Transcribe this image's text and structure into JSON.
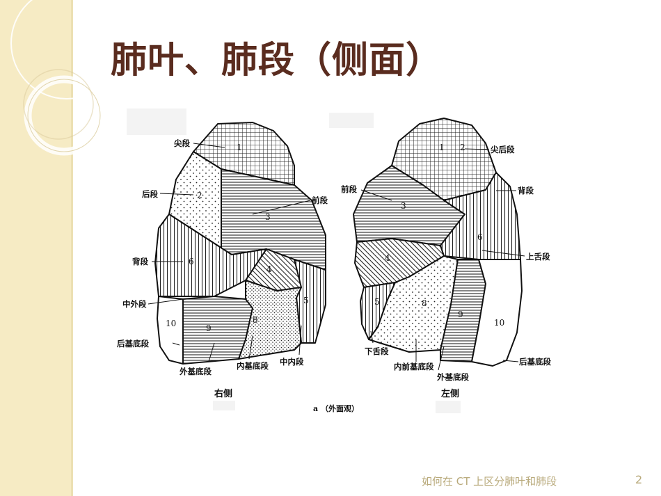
{
  "slide": {
    "title": "肺叶、肺段（侧面）",
    "footer": "如何在 CT 上区分肺叶和肺段",
    "page_number": "2",
    "colors": {
      "title": "#5a2c1f",
      "band": "#f6ebc4",
      "footer": "#b8a97a"
    }
  },
  "figure": {
    "caption": "a （外面观）",
    "right_lung": {
      "side_label": "右侧",
      "segments": [
        "1",
        "2",
        "3",
        "4",
        "5",
        "6",
        "8",
        "9",
        "10"
      ],
      "labels": {
        "apical": "尖段",
        "posterior": "后段",
        "anterior": "前段",
        "superior": "背段",
        "lateral_middle": "中外段",
        "posterior_basal": "后基底段",
        "lateral_basal": "外基底段",
        "medial_basal": "内基底段",
        "medial_middle": "中内段"
      }
    },
    "left_lung": {
      "side_label": "左侧",
      "segments": [
        "1",
        "2",
        "3",
        "4",
        "5",
        "6",
        "8",
        "9",
        "10"
      ],
      "labels": {
        "apicoposterior": "尖后段",
        "anterior": "前段",
        "superior": "背段",
        "superior_lingular": "上舌段",
        "inferior_lingular": "下舌段",
        "anteromedial_basal": "内前基底段",
        "lateral_basal": "外基底段",
        "posterior_basal": "后基底段"
      }
    }
  }
}
